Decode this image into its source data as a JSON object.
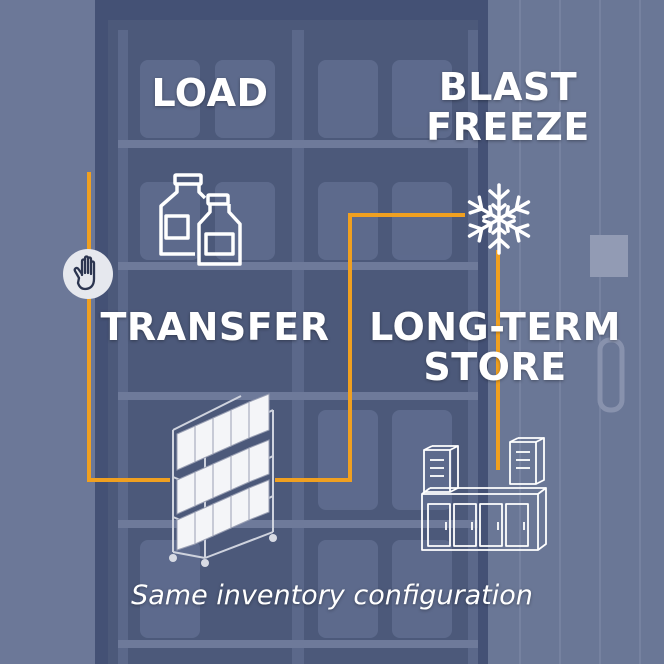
{
  "steps": {
    "load": "LOAD",
    "blast_freeze_line1": "BLAST",
    "blast_freeze_line2": "FREEZE",
    "transfer": "TRANSFER",
    "long_term_line1": "LONG-TERM",
    "long_term_line2": "STORE"
  },
  "caption": "Same inventory configuration",
  "icons": [
    "bottles-icon",
    "snowflake-icon",
    "hand-icon",
    "cart-rack-icon",
    "storage-cabinet-icon"
  ],
  "colors": {
    "flow_line": "#f0a020",
    "text": "#ffffff",
    "overlay": "#3c4b73"
  }
}
